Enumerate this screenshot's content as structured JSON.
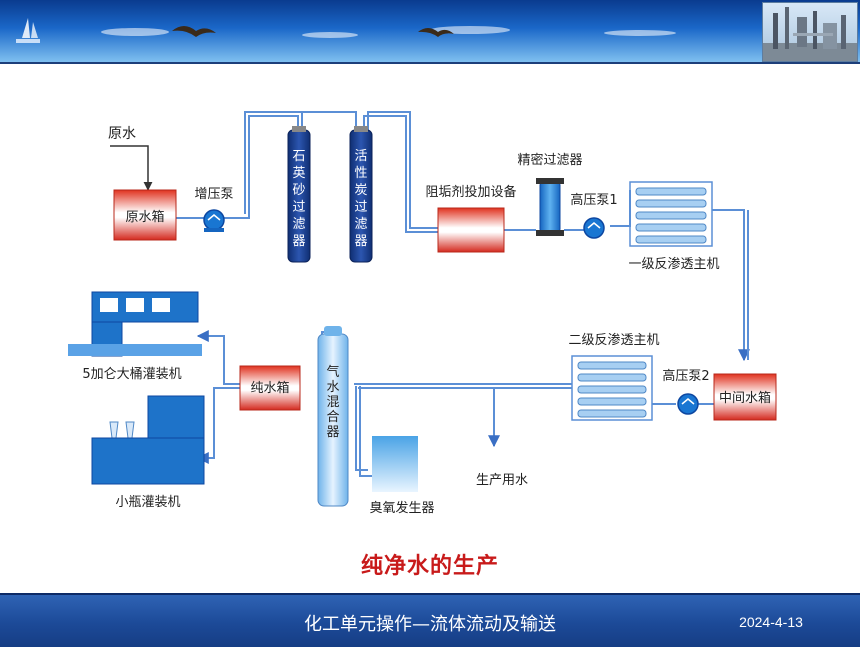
{
  "slide": {
    "caption": "纯净水的生产",
    "footer_title": "化工单元操作—流体流动及输送",
    "footer_date": "2024-4-13"
  },
  "diagram": {
    "labels": {
      "raw_water": "原水",
      "raw_water_tank": "原水箱",
      "booster_pump": "增压泵",
      "quartz_filter": "石英砂过滤器",
      "carbon_filter": "活性炭过滤器",
      "antiscalant": "阻垢剂投加设备",
      "precision_filter": "精密过滤器",
      "hp_pump_1": "高压泵1",
      "ro_stage_1": "一级反渗透主机",
      "middle_tank": "中间水箱",
      "hp_pump_2": "高压泵2",
      "ro_stage_2": "二级反渗透主机",
      "process_water": "生产用水",
      "ozone_generator": "臭氧发生器",
      "gas_water_mixer": "气水混合器",
      "pure_water_tank": "纯水箱",
      "bucket_filler": "5加仑大桶灌装机",
      "bottle_filler": "小瓶灌装机"
    },
    "colors": {
      "pipe": "#5b8fd6",
      "tank_red": "#d42a1f",
      "filter_blue": "#1a3f8f",
      "pump_blue": "#1976d2"
    }
  },
  "icons": {
    "header_left": "sailboat-icon",
    "header_birds": "bird-icon"
  }
}
